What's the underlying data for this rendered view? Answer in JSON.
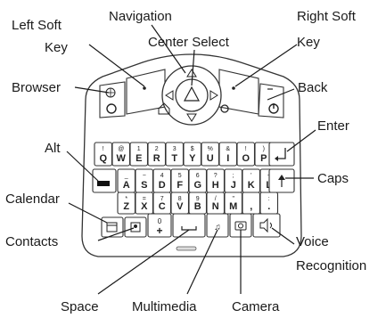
{
  "labels": {
    "left_soft_key_1": "Left Soft",
    "left_soft_key_2": "Key",
    "navigation": "Navigation",
    "center_select": "Center Select",
    "right_soft_key_1": "Right Soft",
    "right_soft_key_2": "Key",
    "browser": "Browser",
    "back": "Back",
    "alt": "Alt",
    "enter": "Enter",
    "calendar": "Calendar",
    "caps": "Caps",
    "contacts": "Contacts",
    "voice_recognition_1": "Voice",
    "voice_recognition_2": "Recognition",
    "space": "Space",
    "multimedia": "Multimedia",
    "camera": "Camera"
  },
  "keys": {
    "row1": [
      {
        "main": "Q",
        "alt": "!"
      },
      {
        "main": "W",
        "alt": "@"
      },
      {
        "main": "E",
        "alt": "1"
      },
      {
        "main": "R",
        "alt": "2"
      },
      {
        "main": "T",
        "alt": "3"
      },
      {
        "main": "Y",
        "alt": "$"
      },
      {
        "main": "U",
        "alt": "%"
      },
      {
        "main": "I",
        "alt": "&"
      },
      {
        "main": "O",
        "alt": "!"
      },
      {
        "main": "P",
        "alt": ")"
      }
    ],
    "row2": [
      {
        "main": "A",
        "alt": "_"
      },
      {
        "main": "S",
        "alt": "−"
      },
      {
        "main": "D",
        "alt": "4"
      },
      {
        "main": "F",
        "alt": "5"
      },
      {
        "main": "G",
        "alt": "6"
      },
      {
        "main": "H",
        "alt": "?"
      },
      {
        "main": "J",
        "alt": ";"
      },
      {
        "main": "K",
        "alt": "'"
      },
      {
        "main": "L",
        "alt": "~"
      }
    ],
    "row3": [
      {
        "main": "Z",
        "alt": "*"
      },
      {
        "main": "X",
        "alt": "="
      },
      {
        "main": "C",
        "alt": "7"
      },
      {
        "main": "V",
        "alt": "8"
      },
      {
        "main": "B",
        "alt": "9"
      },
      {
        "main": "N",
        "alt": "/"
      },
      {
        "main": "M",
        "alt": "\""
      },
      {
        "main": ",",
        "alt": ""
      },
      {
        "main": ".",
        "alt": ":"
      }
    ],
    "zero_key": {
      "main": "+",
      "alt": "0"
    }
  }
}
